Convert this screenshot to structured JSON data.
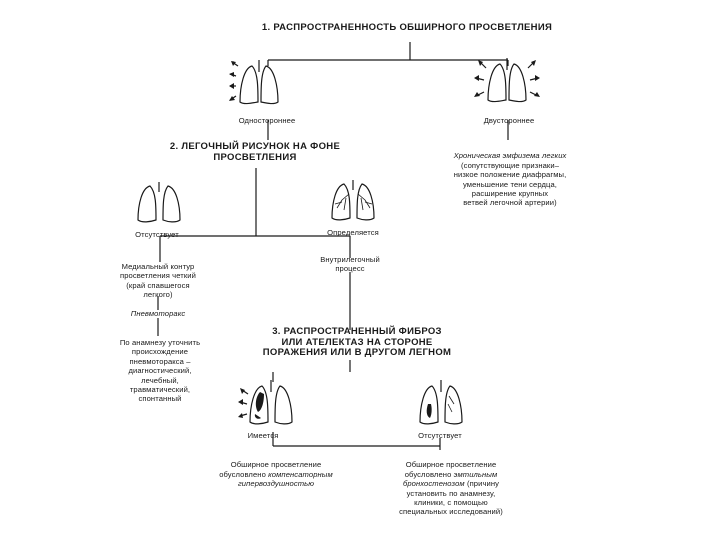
{
  "step1": {
    "title": "1. РАСПРОСТРАНЕННОСТЬ ОБШИРНОГО ПРОСВЕТЛЕНИЯ",
    "left_label": "Одностороннее",
    "right_label": "Двустороннее"
  },
  "step2": {
    "title": "2. ЛЕГОЧНЫЙ РИСУНОК НА ФОНЕ\nПРОСВЕТЛЕНИЯ",
    "emphysema_title": "Хроническая эмфизема легких",
    "emphysema_text": "(сопутствующие признаки–\nнизкое положение диафрагмы,\nуменьшение тени сердца,\nрасширение крупных\nветвей легочной артерии)",
    "absent_label": "Отсутствует",
    "present_label": "Определяется",
    "medial_text": "Медиальный контур\nпросветления четкий\n(край спавшегося\nлегкого)",
    "intrapulmonary_text": "Внутрилегочный\nпроцесс",
    "pneumothorax_label": "Пневмоторакс",
    "anamnesis_text": "По анамнезу уточнить\nпроисхождение\nпневмоторакса –\nдиагностический,\nлечебный,\nтравматический,\nспонтанный"
  },
  "step3": {
    "title": "3. РАСПРОСТРАНЕННЫЙ ФИБРОЗ\nИЛИ АТЕЛЕКТАЗ НА СТОРОНЕ\nПОРАЖЕНИЯ ИЛИ В ДРУГОМ ЛЕГНОМ",
    "yes_label": "Имеется",
    "no_label": "Отсутствует",
    "compensatory_pre": "Обширное просветление\nобусловлено ",
    "compensatory_em": "компенсаторным\nгипервоздушностью",
    "bullous_pre": "Обширное просветление\nобусловлено ",
    "bullous_em": "эмтильным\nбронхостенозом",
    "bullous_post": " (причину\nустановить по анамнезу,\nклиники, с помощью\nспециальных исследований)"
  },
  "colors": {
    "ink": "#1a1a1a",
    "paper": "#ffffff"
  }
}
